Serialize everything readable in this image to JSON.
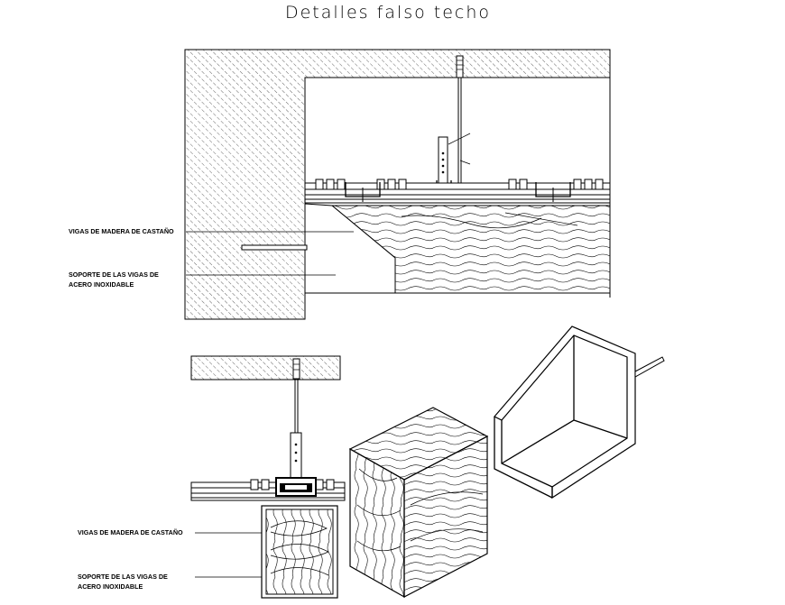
{
  "title": "Detalles falso techo",
  "labels": {
    "top_beam": "VIGAS DE MADERA DE CASTAÑO",
    "top_support_1": "SOPORTE DE LAS VIGAS DE",
    "top_support_2": "ACERO INOXIDABLE",
    "bottom_beam": "VIGAS DE MADERA DE CASTAÑO",
    "bottom_support_1": "SOPORTE DE LAS VIGAS DE",
    "bottom_support_2": "ACERO INOXIDABLE"
  }
}
